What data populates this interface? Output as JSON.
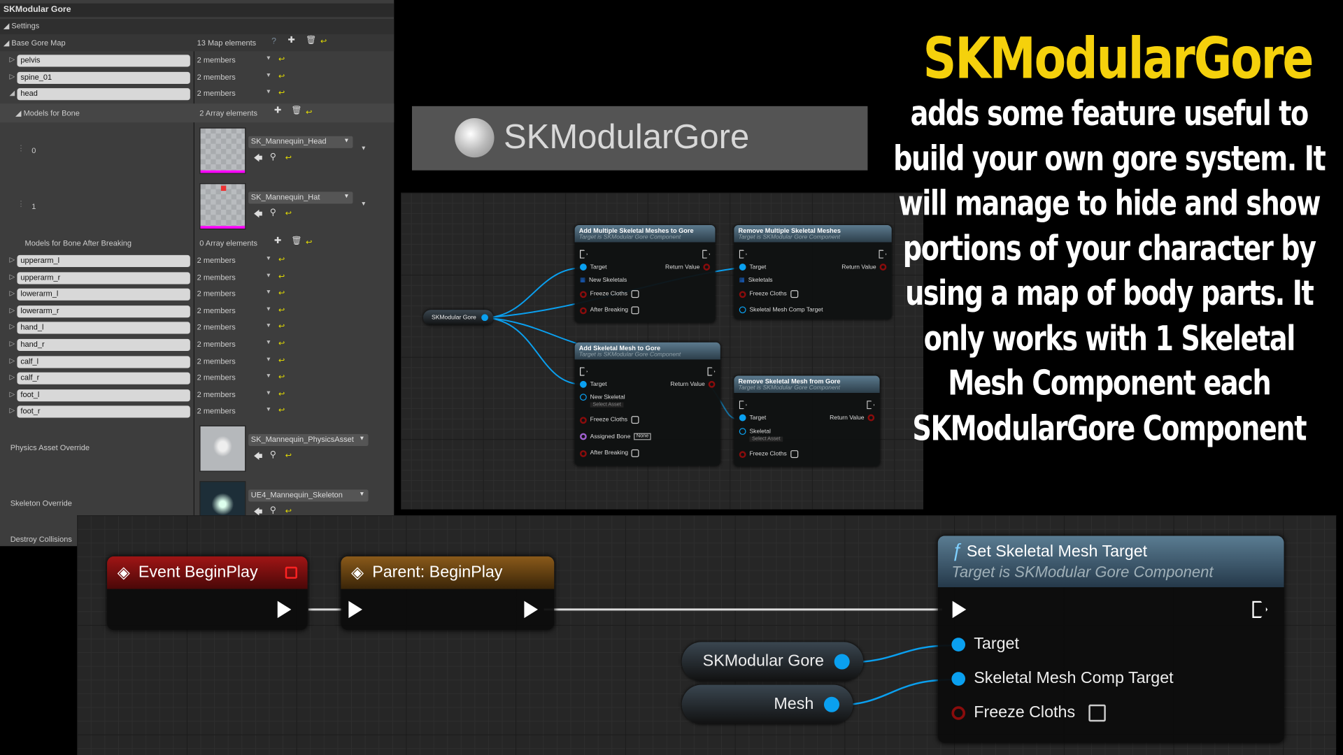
{
  "panel": {
    "title": "SKModular Gore",
    "settings": "Settings",
    "base_gore_map": "Base Gore Map",
    "map_count": "13 Map elements",
    "top_rows": [
      {
        "key": "pelvis",
        "val": "2 members",
        "expanded": false
      },
      {
        "key": "spine_01",
        "val": "2 members",
        "expanded": false
      },
      {
        "key": "head",
        "val": "2 members",
        "expanded": true
      }
    ],
    "models_for_bone": "Models for Bone",
    "models_count": "2 Array elements",
    "models": [
      {
        "index": "0",
        "asset": "SK_Mannequin_Head"
      },
      {
        "index": "1",
        "asset": "SK_Mannequin_Hat"
      }
    ],
    "after_breaking": "Models for Bone After Breaking",
    "after_count": "0 Array elements",
    "bone_rows": [
      {
        "key": "upperarm_l",
        "val": "2 members"
      },
      {
        "key": "upperarm_r",
        "val": "2 members"
      },
      {
        "key": "lowerarm_l",
        "val": "2 members"
      },
      {
        "key": "lowerarm_r",
        "val": "2 members"
      },
      {
        "key": "hand_l",
        "val": "2 members"
      },
      {
        "key": "hand_r",
        "val": "2 members"
      },
      {
        "key": "calf_l",
        "val": "2 members"
      },
      {
        "key": "calf_r",
        "val": "2 members"
      },
      {
        "key": "foot_l",
        "val": "2 members"
      },
      {
        "key": "foot_r",
        "val": "2 members"
      }
    ],
    "physics_label": "Physics Asset Override",
    "physics_asset": "SK_Mannequin_PhysicsAsset",
    "skeleton_label": "Skeleton Override",
    "skeleton_asset": "UE4_Mannequin_Skeleton",
    "destroy_label": "Destroy Collisions",
    "destroy_checked": false
  },
  "banner": {
    "text": "SKModularGore"
  },
  "graph1": {
    "var": "SKModular Gore",
    "n1": {
      "title": "Add Multiple Skeletal Meshes to Gore",
      "sub": "Target is SKModular Gore Component",
      "pins": [
        "Target",
        "New Skeletals",
        "Freeze Cloths",
        "After Breaking"
      ],
      "ret": "Return Value"
    },
    "n2": {
      "title": "Remove Multiple Skeletal Meshes",
      "sub": "Target is SKModular Gore Component",
      "pins": [
        "Target",
        "Skeletals",
        "Freeze Cloths",
        "Skeletal Mesh Comp Target"
      ],
      "ret": "Return Value"
    },
    "n3": {
      "title": "Add Skeletal Mesh to Gore",
      "sub": "Target is SKModular Gore Component",
      "pins": [
        "Target",
        "New Skeletal",
        "Freeze Cloths",
        "Assigned Bone",
        "After Breaking"
      ],
      "select": "Select Asset",
      "none": "None",
      "ret": "Return Value"
    },
    "n4": {
      "title": "Remove Skeletal Mesh from Gore",
      "sub": "Target is SKModular Gore Component",
      "pins": [
        "Target",
        "Skeletal",
        "Freeze Cloths"
      ],
      "select": "Select Asset",
      "ret": "Return Value"
    }
  },
  "graph2": {
    "event": "Event BeginPlay",
    "parent": "Parent: BeginPlay",
    "fn_title": "Set Skeletal Mesh Target",
    "fn_sub": "Target is SKModular Gore Component",
    "pins": [
      "Target",
      "Skeletal Mesh Comp Target",
      "Freeze Cloths"
    ],
    "var1": "SKModular Gore",
    "var2": "Mesh"
  },
  "promo": {
    "heading": "SKModularGore",
    "body": "adds some feature useful to build your own gore system. It will manage to hide and show portions of your character by using a map of body parts. It only works with 1 Skeletal Mesh Component each SKModularGore Component"
  },
  "colors": {
    "heading": "#f5d10c",
    "wire": "#0aa0f0",
    "event_header": "#8c0f0f",
    "parent_header": "#7a4a10",
    "function_header": "#4a6a80"
  }
}
